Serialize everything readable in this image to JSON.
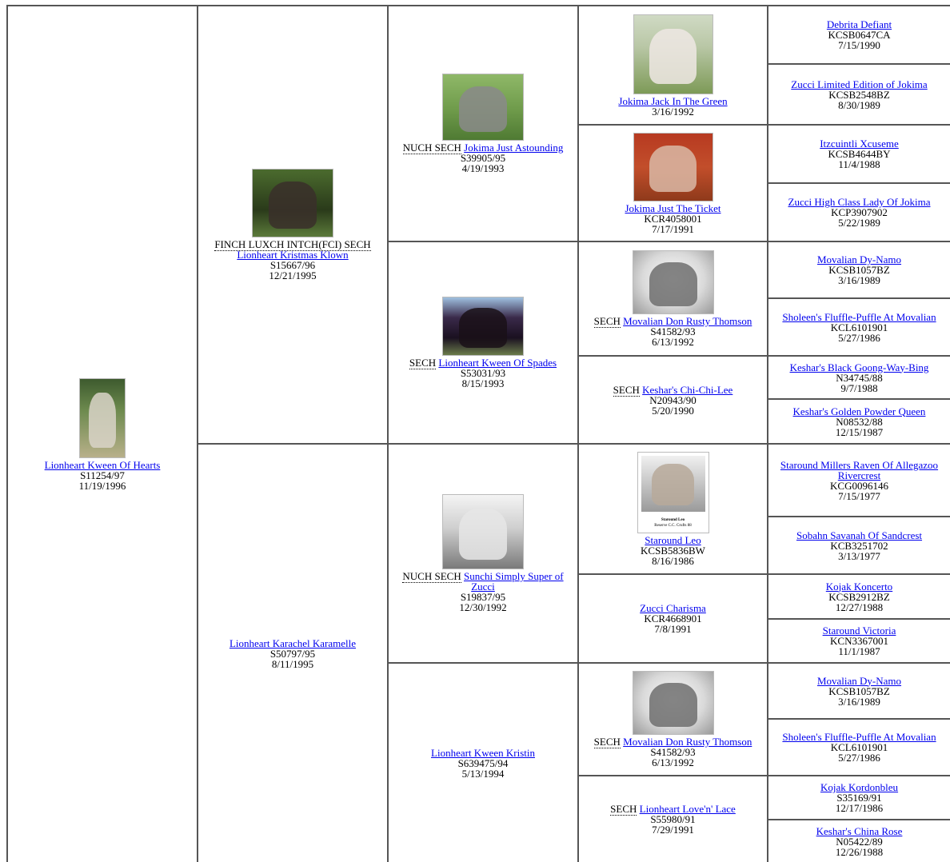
{
  "gen1": {
    "name": "Lionheart Kween Of Hearts",
    "reg": "S11254/97",
    "dob": "11/19/1996",
    "photo_icon": "dog-photo-icon"
  },
  "gen2": [
    {
      "titles": "FINCH LUXCH INTCH(FCI) SECH",
      "name": "Lionheart Kristmas Klown",
      "reg": "S15667/96",
      "dob": "12/21/1995"
    },
    {
      "titles": "",
      "name": "Lionheart Karachel Karamelle",
      "reg": "S50797/95",
      "dob": "8/11/1995"
    }
  ],
  "gen3": [
    {
      "titles": "NUCH SECH",
      "name": "Jokima Just Astounding",
      "reg": "S39905/95",
      "dob": "4/19/1993"
    },
    {
      "titles": "SECH",
      "name": "Lionheart Kween Of Spades",
      "reg": "S53031/93",
      "dob": "8/15/1993"
    },
    {
      "titles": "NUCH SECH",
      "name": "Sunchi Simply Super of Zucci",
      "reg": "S19837/95",
      "dob": "12/30/1992"
    },
    {
      "titles": "",
      "name": "Lionheart Kween Kristin",
      "reg": "S639475/94",
      "dob": "5/13/1994"
    }
  ],
  "gen4": [
    {
      "titles": "",
      "name": "Jokima Jack In The Green",
      "reg": "",
      "dob": "3/16/1992"
    },
    {
      "titles": "",
      "name": "Jokima Just The Ticket",
      "reg": "KCR4058001",
      "dob": "7/17/1991"
    },
    {
      "titles": "SECH",
      "name": "Movalian Don Rusty Thomson",
      "reg": "S41582/93",
      "dob": "6/13/1992"
    },
    {
      "titles": "SECH",
      "name": "Keshar's Chi-Chi-Lee",
      "reg": "N20943/90",
      "dob": "5/20/1990"
    },
    {
      "titles": "",
      "name": "Staround Leo",
      "reg": "KCSB5836BW",
      "dob": "8/16/1986",
      "photo_caption": "Staround Leo",
      "photo_subcaption": "Reserve C.C. Crufts 88"
    },
    {
      "titles": "",
      "name": "Zucci Charisma",
      "reg": "KCR4668901",
      "dob": "7/8/1991"
    },
    {
      "titles": "SECH",
      "name": "Movalian Don Rusty Thomson",
      "reg": "S41582/93",
      "dob": "6/13/1992"
    },
    {
      "titles": "SECH",
      "name": "Lionheart Love'n' Lace",
      "reg": "S55980/91",
      "dob": "7/29/1991"
    }
  ],
  "gen5": [
    {
      "name": "Debrita Defiant",
      "reg": "KCSB0647CA",
      "dob": "7/15/1990"
    },
    {
      "name": "Zucci Limited Edition of Jokima",
      "reg": "KCSB2548BZ",
      "dob": "8/30/1989"
    },
    {
      "name": "Itzcuintli Xcuseme",
      "reg": "KCSB4644BY",
      "dob": "11/4/1988"
    },
    {
      "name": "Zucci High Class Lady Of Jokima",
      "reg": "KCP3907902",
      "dob": "5/22/1989"
    },
    {
      "name": "Movalian Dy-Namo",
      "reg": "KCSB1057BZ",
      "dob": "3/16/1989"
    },
    {
      "name": "Sholeen's Fluffle-Puffle At Movalian",
      "reg": "KCL6101901",
      "dob": "5/27/1986"
    },
    {
      "name": "Keshar's Black Goong-Way-Bing",
      "reg": "N34745/88",
      "dob": "9/7/1988"
    },
    {
      "name": "Keshar's Golden Powder Queen",
      "reg": "N08532/88",
      "dob": "12/15/1987"
    },
    {
      "name": "Staround Millers Raven Of Allegazoo Rivercrest",
      "reg": "KCG0096146",
      "dob": "7/15/1977"
    },
    {
      "name": "Sobahn Savanah Of Sandcrest",
      "reg": "KCB3251702",
      "dob": "3/13/1977"
    },
    {
      "name": "Kojak Koncerto",
      "reg": "KCSB2912BZ",
      "dob": "12/27/1988"
    },
    {
      "name": "Staround Victoria",
      "reg": "KCN3367001",
      "dob": "11/1/1987"
    },
    {
      "name": "Movalian Dy-Namo",
      "reg": "KCSB1057BZ",
      "dob": "3/16/1989"
    },
    {
      "name": "Sholeen's Fluffle-Puffle At Movalian",
      "reg": "KCL6101901",
      "dob": "5/27/1986"
    },
    {
      "name": "Kojak Kordonbleu",
      "reg": "S35169/91",
      "dob": "12/17/1986"
    },
    {
      "name": "Keshar's China Rose",
      "reg": "N05422/89",
      "dob": "12/26/1988"
    }
  ]
}
